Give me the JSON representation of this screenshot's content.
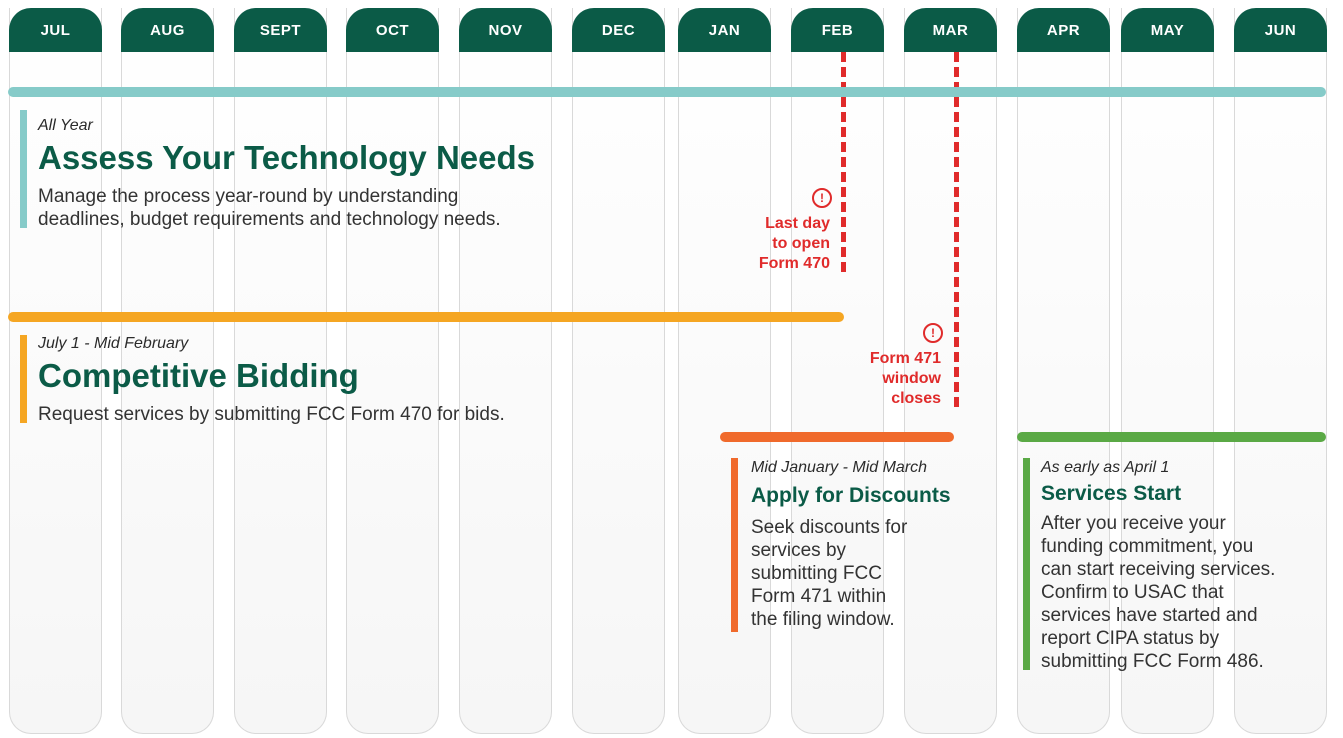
{
  "months": [
    "JUL",
    "AUG",
    "SEPT",
    "OCT",
    "NOV",
    "DEC",
    "JAN",
    "FEB",
    "MAR",
    "APR",
    "MAY",
    "JUN"
  ],
  "colors": {
    "header": "#0b5b47",
    "assess": "#86cbc9",
    "bidding": "#f5a623",
    "discounts": "#f06a2c",
    "services": "#5aa945",
    "deadline": "#e02b2b"
  },
  "phases": {
    "assess": {
      "period": "All Year",
      "title": "Assess Your Technology Needs",
      "description_lines": [
        "Manage the process year-round by understanding",
        "deadlines, budget requirements and technology needs."
      ]
    },
    "bidding": {
      "period": "July 1 - Mid February",
      "title": "Competitive Bidding",
      "description_lines": [
        "Request services by submitting FCC Form 470 for bids."
      ]
    },
    "discounts": {
      "period": "Mid January - Mid March",
      "title": "Apply for Discounts",
      "description_lines": [
        "Seek discounts for",
        "services by",
        "submitting FCC",
        "Form 471 within",
        "the filing window."
      ]
    },
    "services": {
      "period": "As early as April 1",
      "title": "Services Start",
      "description_lines": [
        "After you receive your",
        "funding commitment, you",
        "can start receiving services.",
        "Confirm to USAC that",
        "services have started and",
        "report CIPA status by",
        "submitting FCC Form 486."
      ]
    }
  },
  "deadlines": {
    "form470": {
      "icon": "alert-icon",
      "symbol": "!",
      "lines": [
        "Last day",
        "to open",
        "Form 470"
      ]
    },
    "form471": {
      "icon": "alert-icon",
      "symbol": "!",
      "lines": [
        "Form 471",
        "window",
        "closes"
      ]
    }
  }
}
